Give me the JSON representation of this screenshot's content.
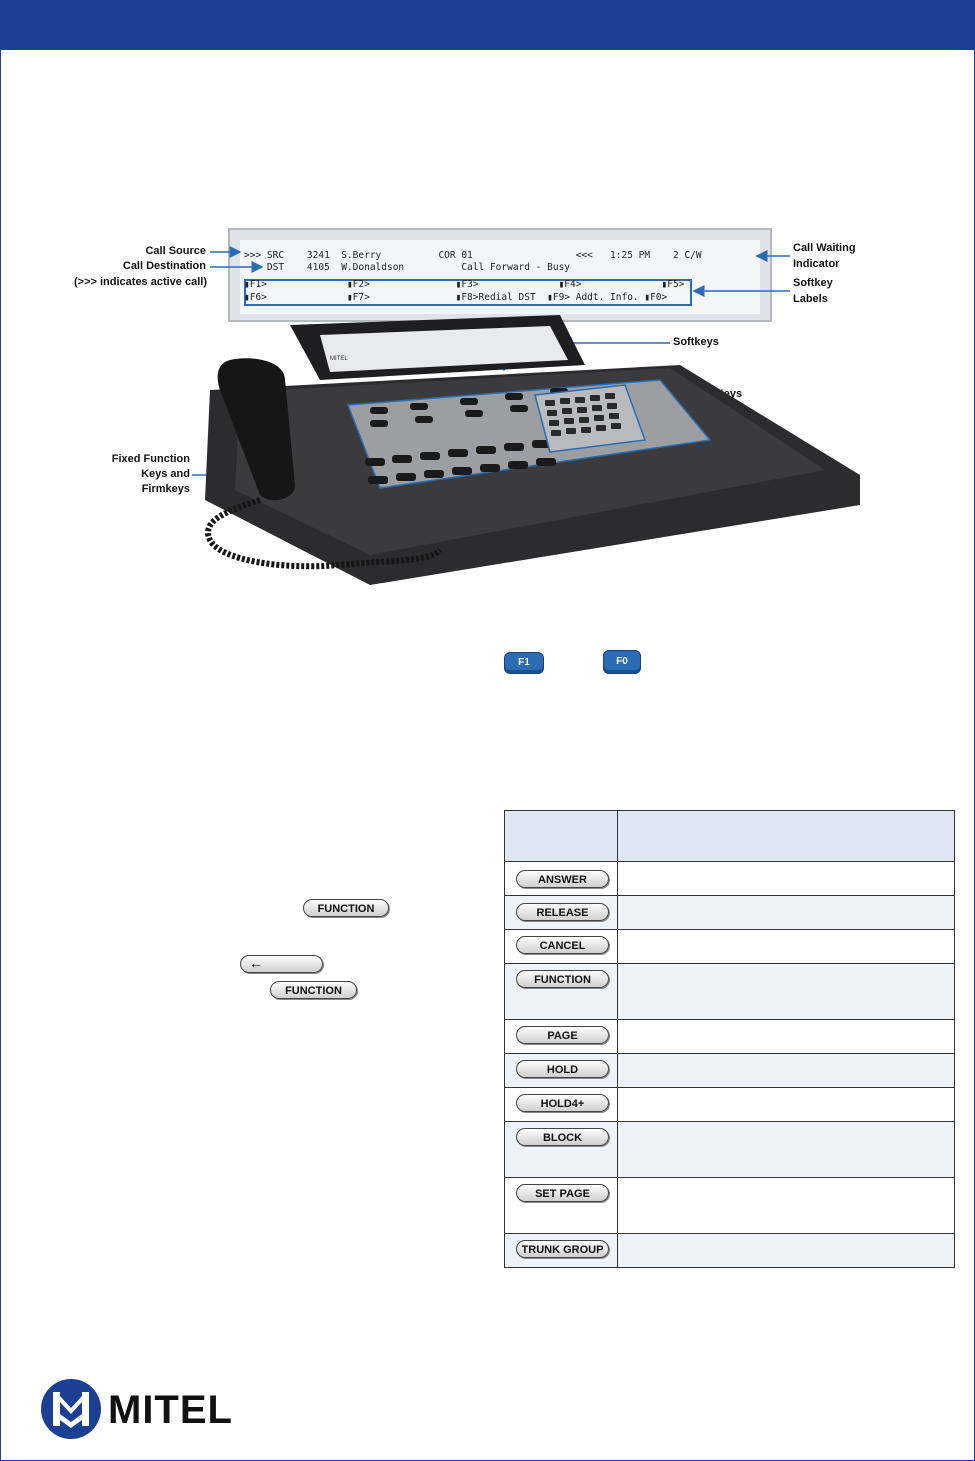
{
  "lcd": {
    "line1": ">>> SRC    3241  S.Berry          COR 01                  <<<   1:25 PM    2 C/W",
    "line2": "    DST    4105  W.Donaldson          Call Forward - Busy",
    "line3": "▮F1>              ▮F2>               ▮F3>              ▮F4>              ▮F5>",
    "line4": "▮F6>              ▮F7>               ▮F8>Redial DST  ▮F9> Addt. Info. ▮F0>"
  },
  "callouts": {
    "call_source": "Call Source",
    "call_destination": "Call Destination",
    "active_call_note": "(>>> indicates active call)",
    "call_waiting_1": "Call Waiting",
    "call_waiting_2": "Indicator",
    "softkey_labels_1": "Softkey",
    "softkey_labels_2": "Labels",
    "softkeys": "Softkeys",
    "dialpad_keys": "Dialpad Keys",
    "fixed_function_1": "Fixed Function",
    "fixed_function_2": "Keys and",
    "fixed_function_3": "Firmkeys",
    "console_brand": "MITEL"
  },
  "fkeys": {
    "first": "F1",
    "last": "F0"
  },
  "left_keys": {
    "function_1": "FUNCTION",
    "backspace": "←",
    "function_2": "FUNCTION"
  },
  "table_keys": [
    "ANSWER",
    "RELEASE",
    "CANCEL",
    "FUNCTION",
    "PAGE",
    "HOLD",
    "HOLD4+",
    "BLOCK",
    "SET PAGE",
    "TRUNK GROUP"
  ],
  "logo": {
    "text": "MITEL"
  },
  "colors": {
    "brand_blue": "#1b3f92",
    "accent_blue": "#2a6db5"
  }
}
